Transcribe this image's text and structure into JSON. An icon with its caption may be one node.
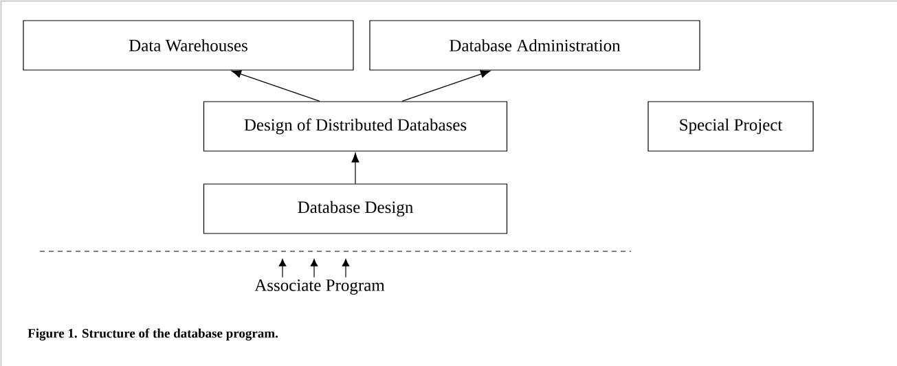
{
  "diagram": {
    "caption": "Figure 1. Structure of the database program.",
    "nodes": [
      {
        "text": [
          "Data Warehouses"
        ]
      },
      {
        "text": [
          "Database Administration"
        ]
      },
      {
        "text": [
          "Design of Distributed Databases"
        ]
      },
      {
        "text": [
          "Special Project"
        ]
      },
      {
        "text": [
          "Database Design"
        ]
      },
      {
        "text": [
          "Associate Program"
        ]
      }
    ],
    "edges": [
      {
        "from": 2,
        "to": 0,
        "arrow": "to"
      },
      {
        "from": 2,
        "to": 1,
        "arrow": "to"
      },
      {
        "from": 4,
        "to": 2,
        "arrow": "to"
      },
      {
        "from": 5,
        "to": null,
        "arrow": "to"
      },
      {
        "from": 5,
        "to": null,
        "arrow": "to"
      },
      {
        "from": 5,
        "to": null,
        "arrow": "to"
      }
    ]
  }
}
